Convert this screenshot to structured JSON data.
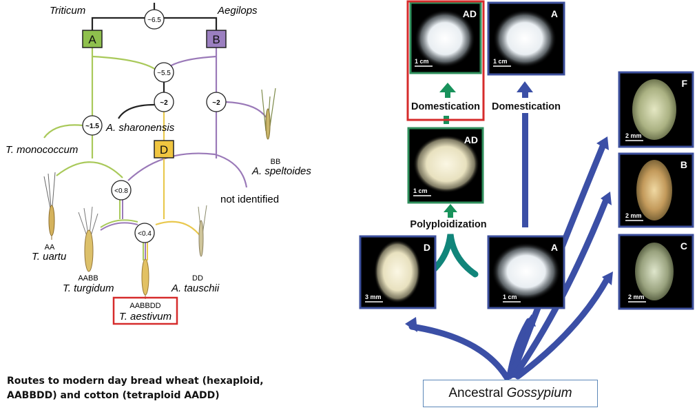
{
  "wheat": {
    "genus_left": "Triticum",
    "genus_right": "Aegilops",
    "genome_a": "A",
    "genome_b": "B",
    "genome_d": "D",
    "time_root": "~6.5",
    "time_55": "~5.5",
    "time_2a": "~2",
    "time_2b": "~2",
    "time_15": "~1.5",
    "time_08": "<0.8",
    "time_04": "<0.4",
    "sharonensis": "A. sharonensis",
    "monococcum": "T. monococcum",
    "speltoides_genome": "BB",
    "speltoides": "A. speltoides",
    "not_identified": "not identified",
    "uartu_genome": "AA",
    "uartu": "T. uartu",
    "turgidum_genome": "AABB",
    "turgidum": "T. turgidum",
    "tauschii_genome": "DD",
    "tauschii": "A. tauschii",
    "aestivum_genome": "AABBDD",
    "aestivum": "T. aestivum"
  },
  "cotton": {
    "top_ad_label": "AD",
    "top_a_label": "A",
    "mid_ad_label": "AD",
    "bottom_d_label": "D",
    "bottom_a_label": "A",
    "right_f_label": "F",
    "right_b_label": "B",
    "right_c_label": "C",
    "scale_1cm": "1 cm",
    "scale_3mm": "3 mm",
    "scale_2mm": "2 mm",
    "domestication_left": "Domestication",
    "domestication_right": "Domestication",
    "polyploidization": "Polyploidization",
    "ancestral_prefix": "Ancestral",
    "ancestral_genus": "Gossypium"
  },
  "caption": "Routes to modern day bread wheat (hexaploid, AABBDD) and cotton (tetraploid AADD)",
  "colors": {
    "a_lineage": "#a9c95a",
    "b_lineage": "#9a79b8",
    "d_lineage": "#e9c84e",
    "a_box": "#8fc04d",
    "b_box": "#9b7fc0",
    "d_box": "#f0c540",
    "highlight_red": "#d62b2b",
    "frame_blue": "#3c4f9c",
    "frame_green": "#2f8f5c",
    "arrow_blue": "#3b4fa6",
    "arrow_teal": "#11857a",
    "arrow_green": "#18925b"
  }
}
